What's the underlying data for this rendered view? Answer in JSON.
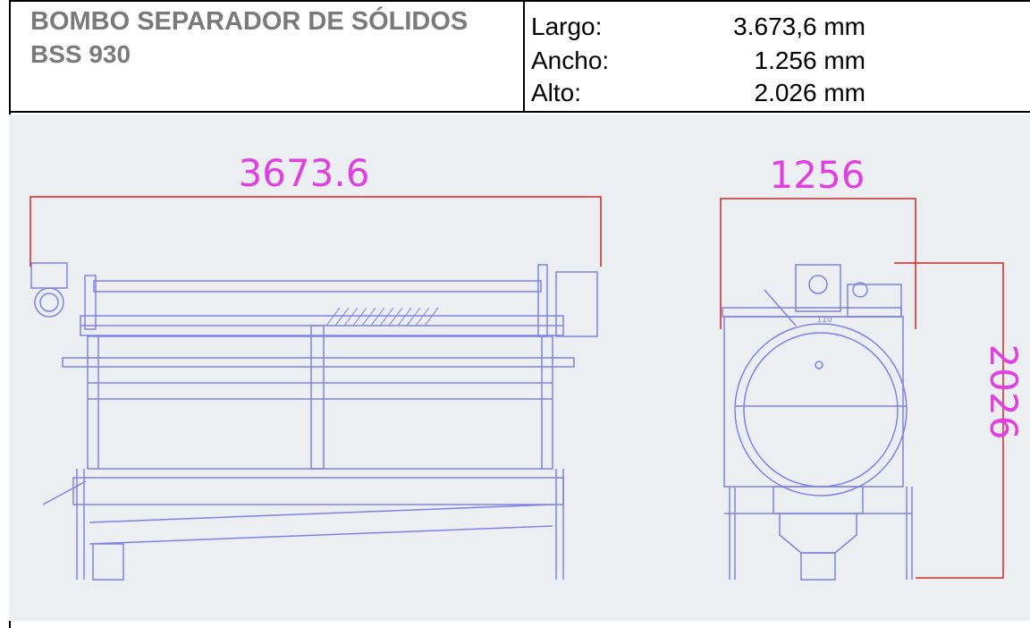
{
  "header": {
    "title_line1": "BOMBO SEPARADOR DE SÓLIDOS",
    "title_line2": "BSS 930"
  },
  "specs": [
    {
      "label": "Largo:",
      "value": "3.673,6 mm"
    },
    {
      "label": "Ancho:",
      "value": "1.256 mm"
    },
    {
      "label": "Alto:",
      "value": "2.026 mm"
    }
  ],
  "drawing": {
    "dim_length": "3673.6",
    "dim_width": "1256",
    "dim_height": "2026",
    "motor_label": "110"
  },
  "colors": {
    "dimension": "#e040e0",
    "dimension_line": "#e02020",
    "outline": "#8080e8",
    "background": "#eceff1"
  }
}
